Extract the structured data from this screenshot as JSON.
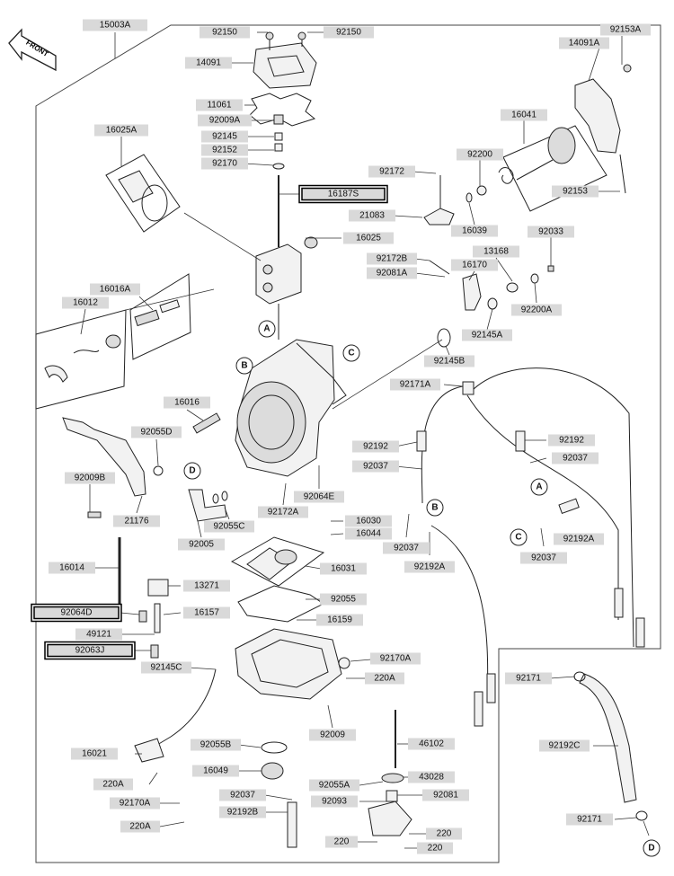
{
  "diagram": {
    "front_marker": "FRONT",
    "labels": [
      {
        "id": "15003A",
        "text": "15003A"
      },
      {
        "id": "92150a",
        "text": "92150"
      },
      {
        "id": "92150b",
        "text": "92150"
      },
      {
        "id": "92153A",
        "text": "92153A"
      },
      {
        "id": "14091",
        "text": "14091"
      },
      {
        "id": "14091A",
        "text": "14091A"
      },
      {
        "id": "11061",
        "text": "11061"
      },
      {
        "id": "92009A",
        "text": "92009A"
      },
      {
        "id": "92145",
        "text": "92145"
      },
      {
        "id": "92152",
        "text": "92152"
      },
      {
        "id": "92170",
        "text": "92170"
      },
      {
        "id": "16025A",
        "text": "16025A"
      },
      {
        "id": "16041",
        "text": "16041"
      },
      {
        "id": "92200",
        "text": "92200"
      },
      {
        "id": "92172",
        "text": "92172"
      },
      {
        "id": "92153",
        "text": "92153"
      },
      {
        "id": "16187S",
        "text": "16187S"
      },
      {
        "id": "21083",
        "text": "21083"
      },
      {
        "id": "16039",
        "text": "16039"
      },
      {
        "id": "16025",
        "text": "16025"
      },
      {
        "id": "92033",
        "text": "92033"
      },
      {
        "id": "13168",
        "text": "13168"
      },
      {
        "id": "92172B",
        "text": "92172B"
      },
      {
        "id": "16170",
        "text": "16170"
      },
      {
        "id": "92081A",
        "text": "92081A"
      },
      {
        "id": "16016A",
        "text": "16016A"
      },
      {
        "id": "16012",
        "text": "16012"
      },
      {
        "id": "92200A",
        "text": "92200A"
      },
      {
        "id": "92145A",
        "text": "92145A"
      },
      {
        "id": "92145B",
        "text": "92145B"
      },
      {
        "id": "92171A",
        "text": "92171A"
      },
      {
        "id": "16016",
        "text": "16016"
      },
      {
        "id": "92055D",
        "text": "92055D"
      },
      {
        "id": "92192a",
        "text": "92192"
      },
      {
        "id": "92192b",
        "text": "92192"
      },
      {
        "id": "92037a",
        "text": "92037"
      },
      {
        "id": "92037b",
        "text": "92037"
      },
      {
        "id": "92009B",
        "text": "92009B"
      },
      {
        "id": "92064E",
        "text": "92064E"
      },
      {
        "id": "92172A",
        "text": "92172A"
      },
      {
        "id": "92055C",
        "text": "92055C"
      },
      {
        "id": "21176",
        "text": "21176"
      },
      {
        "id": "16030",
        "text": "16030"
      },
      {
        "id": "16044",
        "text": "16044"
      },
      {
        "id": "92192A",
        "text": "92192A"
      },
      {
        "id": "92005",
        "text": "92005"
      },
      {
        "id": "92037c",
        "text": "92037"
      },
      {
        "id": "92037d",
        "text": "92037"
      },
      {
        "id": "92192Aa",
        "text": "92192A"
      },
      {
        "id": "16014",
        "text": "16014"
      },
      {
        "id": "16031",
        "text": "16031"
      },
      {
        "id": "13271",
        "text": "13271"
      },
      {
        "id": "92055",
        "text": "92055"
      },
      {
        "id": "92064D",
        "text": "92064D"
      },
      {
        "id": "16157",
        "text": "16157"
      },
      {
        "id": "16159",
        "text": "16159"
      },
      {
        "id": "49121",
        "text": "49121"
      },
      {
        "id": "92063J",
        "text": "92063J"
      },
      {
        "id": "92170A",
        "text": "92170A"
      },
      {
        "id": "92145C",
        "text": "92145C"
      },
      {
        "id": "220a",
        "text": "220A"
      },
      {
        "id": "92171a",
        "text": "92171"
      },
      {
        "id": "92009",
        "text": "92009"
      },
      {
        "id": "16021",
        "text": "16021"
      },
      {
        "id": "92055B",
        "text": "92055B"
      },
      {
        "id": "46102",
        "text": "46102"
      },
      {
        "id": "92192C",
        "text": "92192C"
      },
      {
        "id": "16049",
        "text": "16049"
      },
      {
        "id": "43028",
        "text": "43028"
      },
      {
        "id": "220b",
        "text": "220A"
      },
      {
        "id": "92055A",
        "text": "92055A"
      },
      {
        "id": "92081",
        "text": "92081"
      },
      {
        "id": "92170Aa",
        "text": "92170A"
      },
      {
        "id": "92037e",
        "text": "92037"
      },
      {
        "id": "92093",
        "text": "92093"
      },
      {
        "id": "92192B",
        "text": "92192B"
      },
      {
        "id": "92171b",
        "text": "92171"
      },
      {
        "id": "220c",
        "text": "220A"
      },
      {
        "id": "220d",
        "text": "220"
      },
      {
        "id": "220e",
        "text": "220"
      },
      {
        "id": "220f",
        "text": "220"
      }
    ],
    "callouts": [
      "A",
      "B",
      "C",
      "D",
      "A",
      "B",
      "C",
      "D"
    ]
  }
}
